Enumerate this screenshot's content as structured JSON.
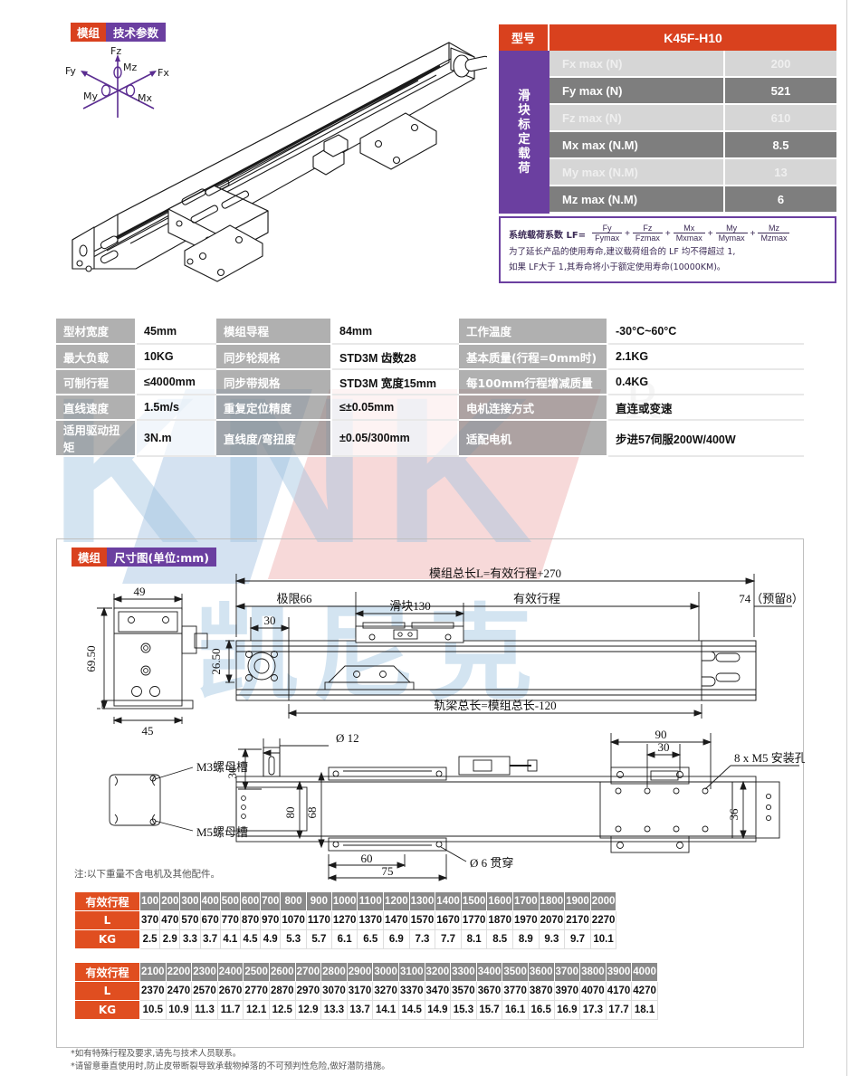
{
  "header": {
    "badge_module": "模组",
    "badge_tech": "技术参数",
    "badge_dim": "尺寸图(单位:mm)"
  },
  "force_diagram": {
    "labels": [
      "Fz",
      "Mz",
      "Fy",
      "Fx",
      "My",
      "Mx"
    ],
    "color": "#5B2D91"
  },
  "load_table": {
    "model_label": "型号",
    "model_value": "K45F-H10",
    "side_label": "滑块标定载荷",
    "accent_orange": "#D9411E",
    "accent_purple": "#6B3FA0",
    "rows": [
      {
        "label": "Fx max (N)",
        "value": "200",
        "style": "light"
      },
      {
        "label": "Fy max (N)",
        "value": "521",
        "style": "dark"
      },
      {
        "label": "Fz max (N)",
        "value": "610",
        "style": "light"
      },
      {
        "label": "Mx max (N.M)",
        "value": "8.5",
        "style": "dark"
      },
      {
        "label": "My max (N.M)",
        "value": "13",
        "style": "light"
      },
      {
        "label": "Mz max (N.M)",
        "value": "6",
        "style": "dark"
      }
    ],
    "formula": {
      "lead": "系统载荷系数 LF=",
      "terms": [
        {
          "num": "Fy",
          "den": "Fymax"
        },
        {
          "num": "Fz",
          "den": "Fzmax"
        },
        {
          "num": "Mx",
          "den": "Mxmax"
        },
        {
          "num": "My",
          "den": "Mymax"
        },
        {
          "num": "Mz",
          "den": "Mzmax"
        }
      ],
      "note_line1": "为了延长产品的使用寿命,建议载荷组合的 LF 均不得超过 1,",
      "note_line2": "如果 LF大于 1,其寿命将小于额定使用寿命(10000KM)。"
    }
  },
  "spec_table": {
    "rows": [
      {
        "k1": "型材宽度",
        "v1": "45mm",
        "k2": "模组导程",
        "v2": "84mm",
        "k3": "工作温度",
        "v3": "-30°C~60°C"
      },
      {
        "k1": "最大负载",
        "v1": "10KG",
        "k2": "同步轮规格",
        "v2": "STD3M 齿数28",
        "k3": "基本质量(行程=0mm时)",
        "v3": "2.1KG"
      },
      {
        "k1": "可制行程",
        "v1": "≤4000mm",
        "k2": "同步带规格",
        "v2": "STD3M 宽度15mm",
        "k3": "每100mm行程增减质量",
        "v3": "0.4KG"
      },
      {
        "k1": "直线速度",
        "v1": "1.5m/s",
        "k2": "重复定位精度",
        "v2": "≤±0.05mm",
        "k3": "电机连接方式",
        "v3": "直连或变速"
      },
      {
        "k1": "适用驱动扭矩",
        "v1": "3N.m",
        "k2": "直线度/弯扭度",
        "v2": "±0.05/300mm",
        "k3": "适配电机",
        "v3": "步进57伺服200W/400W"
      }
    ]
  },
  "dimension_drawing": {
    "labels": {
      "front_width_top": "49",
      "front_height": "69.50",
      "front_width_bottom": "45",
      "total_length": "模组总长L=有效行程+270",
      "limit": "极限66",
      "effective_stroke": "有效行程",
      "slider": "滑块130",
      "reserve": "74（预留8）",
      "offset_30": "30",
      "center_height": "26.50",
      "rail_total": "轨梁总长=模组总长-120",
      "dia12": "Ø 12",
      "dim_30": "30",
      "dim_80": "80",
      "dim_68": "68",
      "dim_60": "60",
      "dim_75": "75",
      "dia6": "Ø 6  贯穿",
      "m3_slot": "M3螺母槽",
      "m5_slot": "M5螺母槽",
      "dim_90": "90",
      "dim_30b": "30",
      "mount_holes": "8 x  M5  安装孔",
      "dim_36": "36"
    }
  },
  "stroke_note": "注:以下重量不含电机及其他配件。",
  "stroke_tables": [
    {
      "row_labels": [
        "有效行程",
        "L",
        "KG"
      ],
      "stroke": [
        "100",
        "200",
        "300",
        "400",
        "500",
        "600",
        "700",
        "800",
        "900",
        "1000",
        "1100",
        "1200",
        "1300",
        "1400",
        "1500",
        "1600",
        "1700",
        "1800",
        "1900",
        "2000"
      ],
      "length": [
        "370",
        "470",
        "570",
        "670",
        "770",
        "870",
        "970",
        "1070",
        "1170",
        "1270",
        "1370",
        "1470",
        "1570",
        "1670",
        "1770",
        "1870",
        "1970",
        "2070",
        "2170",
        "2270"
      ],
      "weight": [
        "2.5",
        "2.9",
        "3.3",
        "3.7",
        "4.1",
        "4.5",
        "4.9",
        "5.3",
        "5.7",
        "6.1",
        "6.5",
        "6.9",
        "7.3",
        "7.7",
        "8.1",
        "8.5",
        "8.9",
        "9.3",
        "9.7",
        "10.1"
      ]
    },
    {
      "row_labels": [
        "有效行程",
        "L",
        "KG"
      ],
      "stroke": [
        "2100",
        "2200",
        "2300",
        "2400",
        "2500",
        "2600",
        "2700",
        "2800",
        "2900",
        "3000",
        "3100",
        "3200",
        "3300",
        "3400",
        "3500",
        "3600",
        "3700",
        "3800",
        "3900",
        "4000"
      ],
      "length": [
        "2370",
        "2470",
        "2570",
        "2670",
        "2770",
        "2870",
        "2970",
        "3070",
        "3170",
        "3270",
        "3370",
        "3470",
        "3570",
        "3670",
        "3770",
        "3870",
        "3970",
        "4070",
        "4170",
        "4270"
      ],
      "weight": [
        "10.5",
        "10.9",
        "11.3",
        "11.7",
        "12.1",
        "12.5",
        "12.9",
        "13.3",
        "13.7",
        "14.1",
        "14.5",
        "14.9",
        "15.3",
        "15.7",
        "16.1",
        "16.5",
        "16.9",
        "17.3",
        "17.7",
        "18.1"
      ]
    }
  ],
  "footnotes": [
    "*如有特殊行程及要求,请先与技术人员联系。",
    "*请留意垂直使用时,防止皮带断裂导致承载物掉落的不可预判性危险,做好潜防措施。"
  ],
  "watermark": {
    "text": "KNK",
    "text_cn": "凯尼克",
    "r_mark": "R"
  }
}
